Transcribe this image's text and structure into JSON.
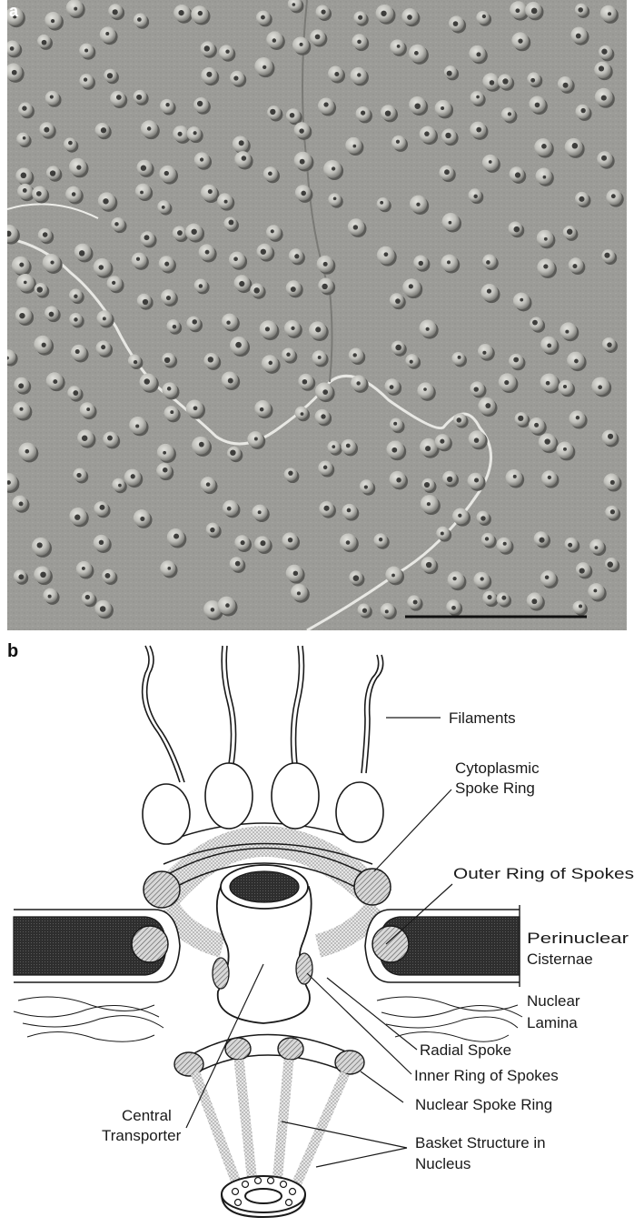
{
  "panel_a": {
    "letter": "a",
    "colors": {
      "background": "#9a9a96",
      "pore_light": "#d4d4cf",
      "pore_dark": "#3e3e3c",
      "scale_bar": "#111111"
    }
  },
  "panel_b": {
    "letter": "b",
    "labels": {
      "filaments": "Filaments",
      "cytoplasmic_1": "Cytoplasmic",
      "cytoplasmic_2": "Spoke Ring",
      "outer_ring": "Outer Ring of Spokes",
      "perinuclear_1": "Perinuclear",
      "perinuclear_2": "Cisternae",
      "lamina_1": "Nuclear",
      "lamina_2": "Lamina",
      "radial_spoke": "Radial Spoke",
      "inner_ring": "Inner Ring of Spokes",
      "central_1": "Central",
      "central_2": "Transporter",
      "nuclear_ring": "Nuclear Spoke Ring",
      "basket_1": "Basket Structure in",
      "basket_2": "Nucleus"
    },
    "colors": {
      "line": "#1a1a1a",
      "membrane_fill": "#3a3a3a",
      "spoke_fill": "#b8b8b8",
      "ring_fill": "#a8a8a8",
      "white": "#ffffff"
    }
  }
}
